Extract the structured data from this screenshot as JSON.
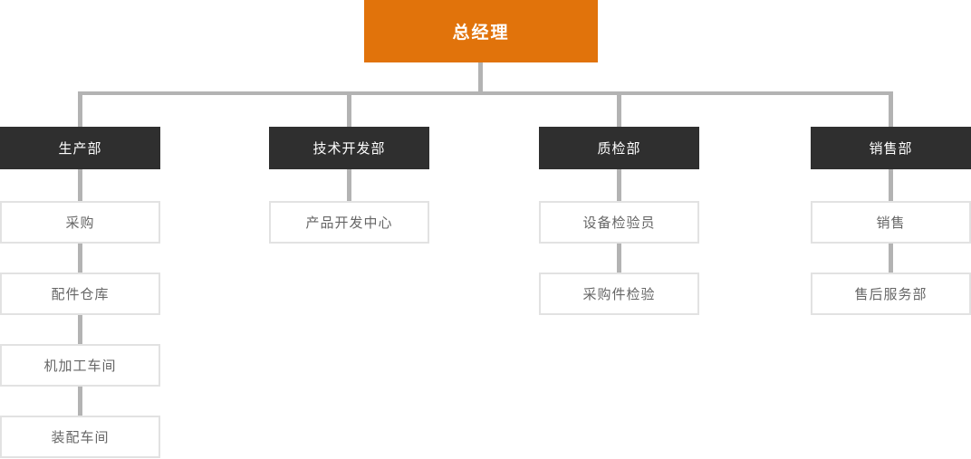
{
  "org_chart": {
    "root": {
      "label": "总经理"
    },
    "departments": [
      {
        "label": "生产部",
        "children": [
          "采购",
          "配件仓库",
          "机加工车间",
          "装配车间"
        ]
      },
      {
        "label": "技术开发部",
        "children": [
          "产品开发中心"
        ]
      },
      {
        "label": "质检部",
        "children": [
          "设备检验员",
          "采购件检验"
        ]
      },
      {
        "label": "销售部",
        "children": [
          "销售",
          "售后服务部"
        ]
      }
    ]
  },
  "colors": {
    "root_bg": "#e1730b",
    "department_bg": "#2f2f2f",
    "connector": "#b3b3b3",
    "child_border": "#e2e2e2",
    "child_text": "#666666",
    "node_text": "#ffffff"
  }
}
